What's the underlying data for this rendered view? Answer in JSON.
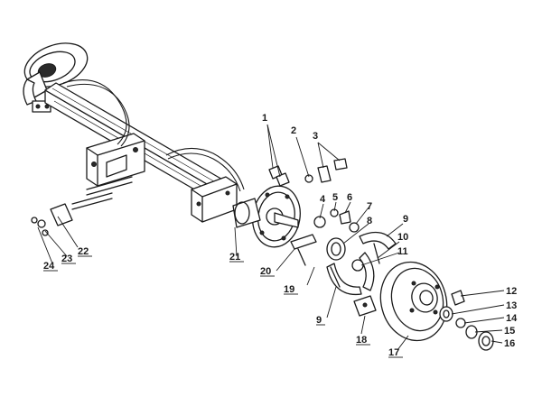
{
  "callouts": [
    {
      "id": "1",
      "text": "1"
    },
    {
      "id": "2",
      "text": "2"
    },
    {
      "id": "3",
      "text": "3"
    },
    {
      "id": "4",
      "text": "4"
    },
    {
      "id": "5",
      "text": "5"
    },
    {
      "id": "6",
      "text": "6"
    },
    {
      "id": "7",
      "text": "7"
    },
    {
      "id": "8",
      "text": "8"
    },
    {
      "id": "9a",
      "text": "9"
    },
    {
      "id": "10",
      "text": "10"
    },
    {
      "id": "11",
      "text": "11"
    },
    {
      "id": "9b",
      "text": "9"
    },
    {
      "id": "12",
      "text": "12"
    },
    {
      "id": "13",
      "text": "13"
    },
    {
      "id": "14",
      "text": "14"
    },
    {
      "id": "15",
      "text": "15"
    },
    {
      "id": "16",
      "text": "16"
    },
    {
      "id": "17",
      "text": "17"
    },
    {
      "id": "18",
      "text": "18"
    },
    {
      "id": "19",
      "text": "19"
    },
    {
      "id": "20",
      "text": "20"
    },
    {
      "id": "21",
      "text": "21"
    },
    {
      "id": "22",
      "text": "22"
    },
    {
      "id": "23",
      "text": "23"
    },
    {
      "id": "24",
      "text": "24"
    }
  ]
}
